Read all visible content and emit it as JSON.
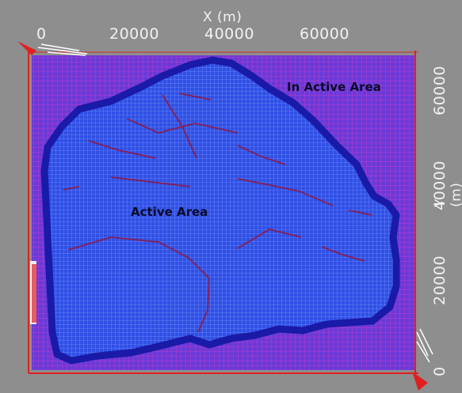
{
  "x_axis": {
    "title": "X (m)",
    "ticks": [
      "0",
      "20000",
      "40000",
      "60000"
    ]
  },
  "y_axis": {
    "title": "Y (m)",
    "ticks": [
      "60000",
      "40000",
      "20000",
      "0"
    ]
  },
  "labels": {
    "inactive": "In Active Area",
    "active": "Active Area"
  },
  "colors": {
    "background": "#8e8e8e",
    "grid_fill": "#6a3ad6",
    "grid_line_magenta": "#ff3ad0",
    "active_fill": "#2f4fe6",
    "boundary": "#1a1aa8",
    "axis_line": "#e02020",
    "label_text": "#0a0a2a"
  }
}
